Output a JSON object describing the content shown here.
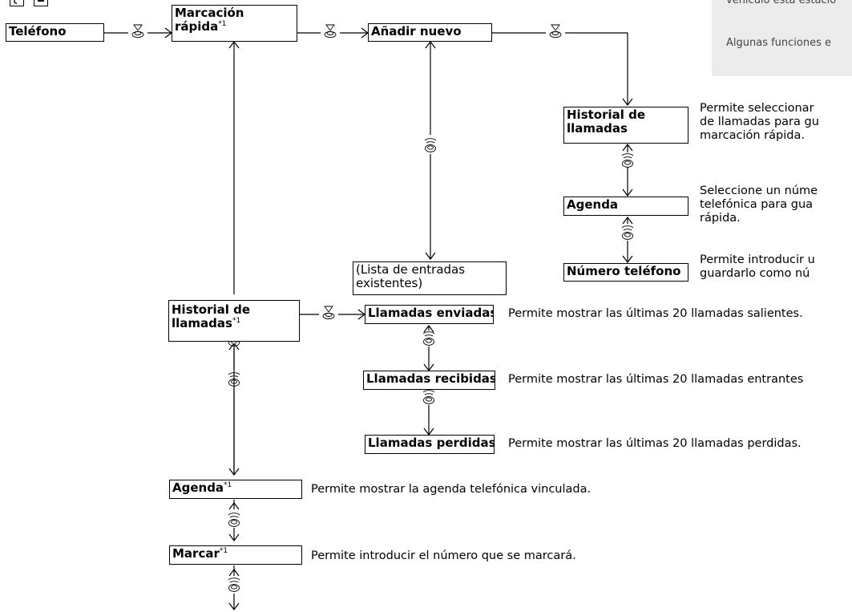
{
  "top_icons": [
    "phone-button-icon",
    "display-button-icon"
  ],
  "nodes": {
    "telefono": "Teléfono",
    "marcacion_rapida_1": "Marcación",
    "marcacion_rapida_2": "rápida",
    "anadir_nuevo": "Añadir nuevo",
    "historial_llamadas_sub_1": "Historial de",
    "historial_llamadas_sub_2": "llamadas",
    "agenda_sub": "Agenda",
    "numero_telefono": "Número teléfono",
    "lista_entradas_1": "(Lista de entradas",
    "lista_entradas_2": "existentes)",
    "historial_llamadas_1": "Historial de",
    "historial_llamadas_2": "llamadas",
    "llamadas_enviadas": "Llamadas enviadas",
    "llamadas_recibidas": "Llamadas recibidas",
    "llamadas_perdidas": "Llamadas perdidas",
    "agenda": "Agenda",
    "marcar": "Marcar",
    "footnote_mark": "*1"
  },
  "descriptions": {
    "historial_sub_1": "Permite seleccionar",
    "historial_sub_2": "de llamadas para gu",
    "historial_sub_3": "marcación rápida.",
    "agenda_sub_1": "Seleccione un núme",
    "agenda_sub_2": "telefónica para gua",
    "agenda_sub_3": "rápida.",
    "numero_1": "Permite introducir u",
    "numero_2": "guardarlo como nú",
    "enviadas": "Permite mostrar las últimas 20 llamadas salientes.",
    "recibidas": "Permite mostrar las últimas 20 llamadas entrantes",
    "perdidas": "Permite mostrar las últimas 20 llamadas perdidas.",
    "agenda": "Permite mostrar la agenda telefónica vinculada.",
    "marcar": "Permite introducir el número que se marcará."
  },
  "note": {
    "line1": "vehículo está estacio",
    "line2": "Algunas funciones e"
  },
  "icon_names": {
    "select": "knob-press-icon",
    "rotate": "knob-rotate-icon"
  }
}
